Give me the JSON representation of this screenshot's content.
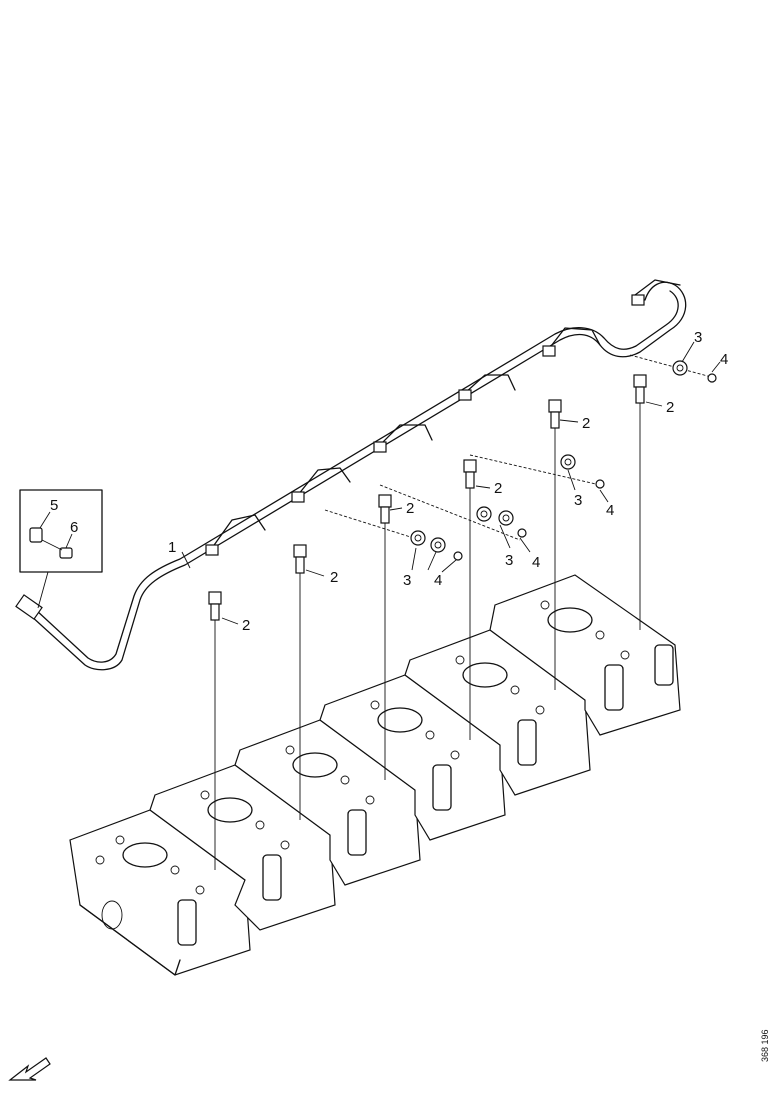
{
  "callouts": {
    "pipe": "1",
    "bolt": "2",
    "clamp": "3",
    "screw": "4",
    "detail_upper": "5",
    "detail_lower": "6"
  },
  "reference_code": "368 196"
}
